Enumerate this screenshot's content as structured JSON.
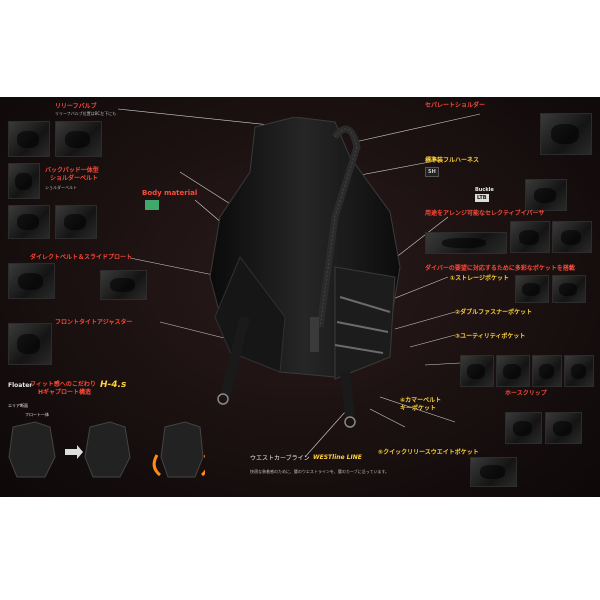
{
  "labels": {
    "relief_valve": "リリーフバルブ",
    "relief_valve_note": "リリーフバルブ位置はBC左下にも",
    "back_pad_title": "バックパッド一体型",
    "back_pad_sub": "ショルダーベルト",
    "body_material": "Body material",
    "direct_belt": "ダイレクトベルト＆スライドプロート",
    "front_adjuster": "フロントタイトアジャスター",
    "fit_title": "フィット感へのこだわり",
    "fit_sub": "Hギャプロート構造",
    "fit_model": "H-4.s",
    "separate_shoulder": "セパレートショルダー",
    "harness": "標準装フルハーネス",
    "sh_logo": "SH",
    "ltb_logo": "LTB",
    "buckle_text": "Buckle",
    "pocket_arrangement": "用途をアレンジ可能なセレクティブイパーサ",
    "pocket_intro": "ダイバーの要望に対応するために多彩なポケットを搭載",
    "storage_pocket": "①ストレージポケット",
    "double_fastener": "②ダブルファスナーポケット",
    "utility_pocket": "③ユーティリティポケット",
    "hose_clip": "ホースクリップ",
    "camera_belt": "④カマーベルト",
    "key_pocket": "キーポケット",
    "quick_release": "⑤クイックリリースウエイトポケット",
    "waist_line": "ウエストカーブライン",
    "waist_logo": "WESTline LINE",
    "relief_sub": "リリーフバルブ",
    "front_label": "フロート一体",
    "bottom_note": "快適な装着感のために、腰のウエストラインを、腰のカーブに沿っています。",
    "floater": "Floater",
    "xl_label": "エリア断面"
  }
}
